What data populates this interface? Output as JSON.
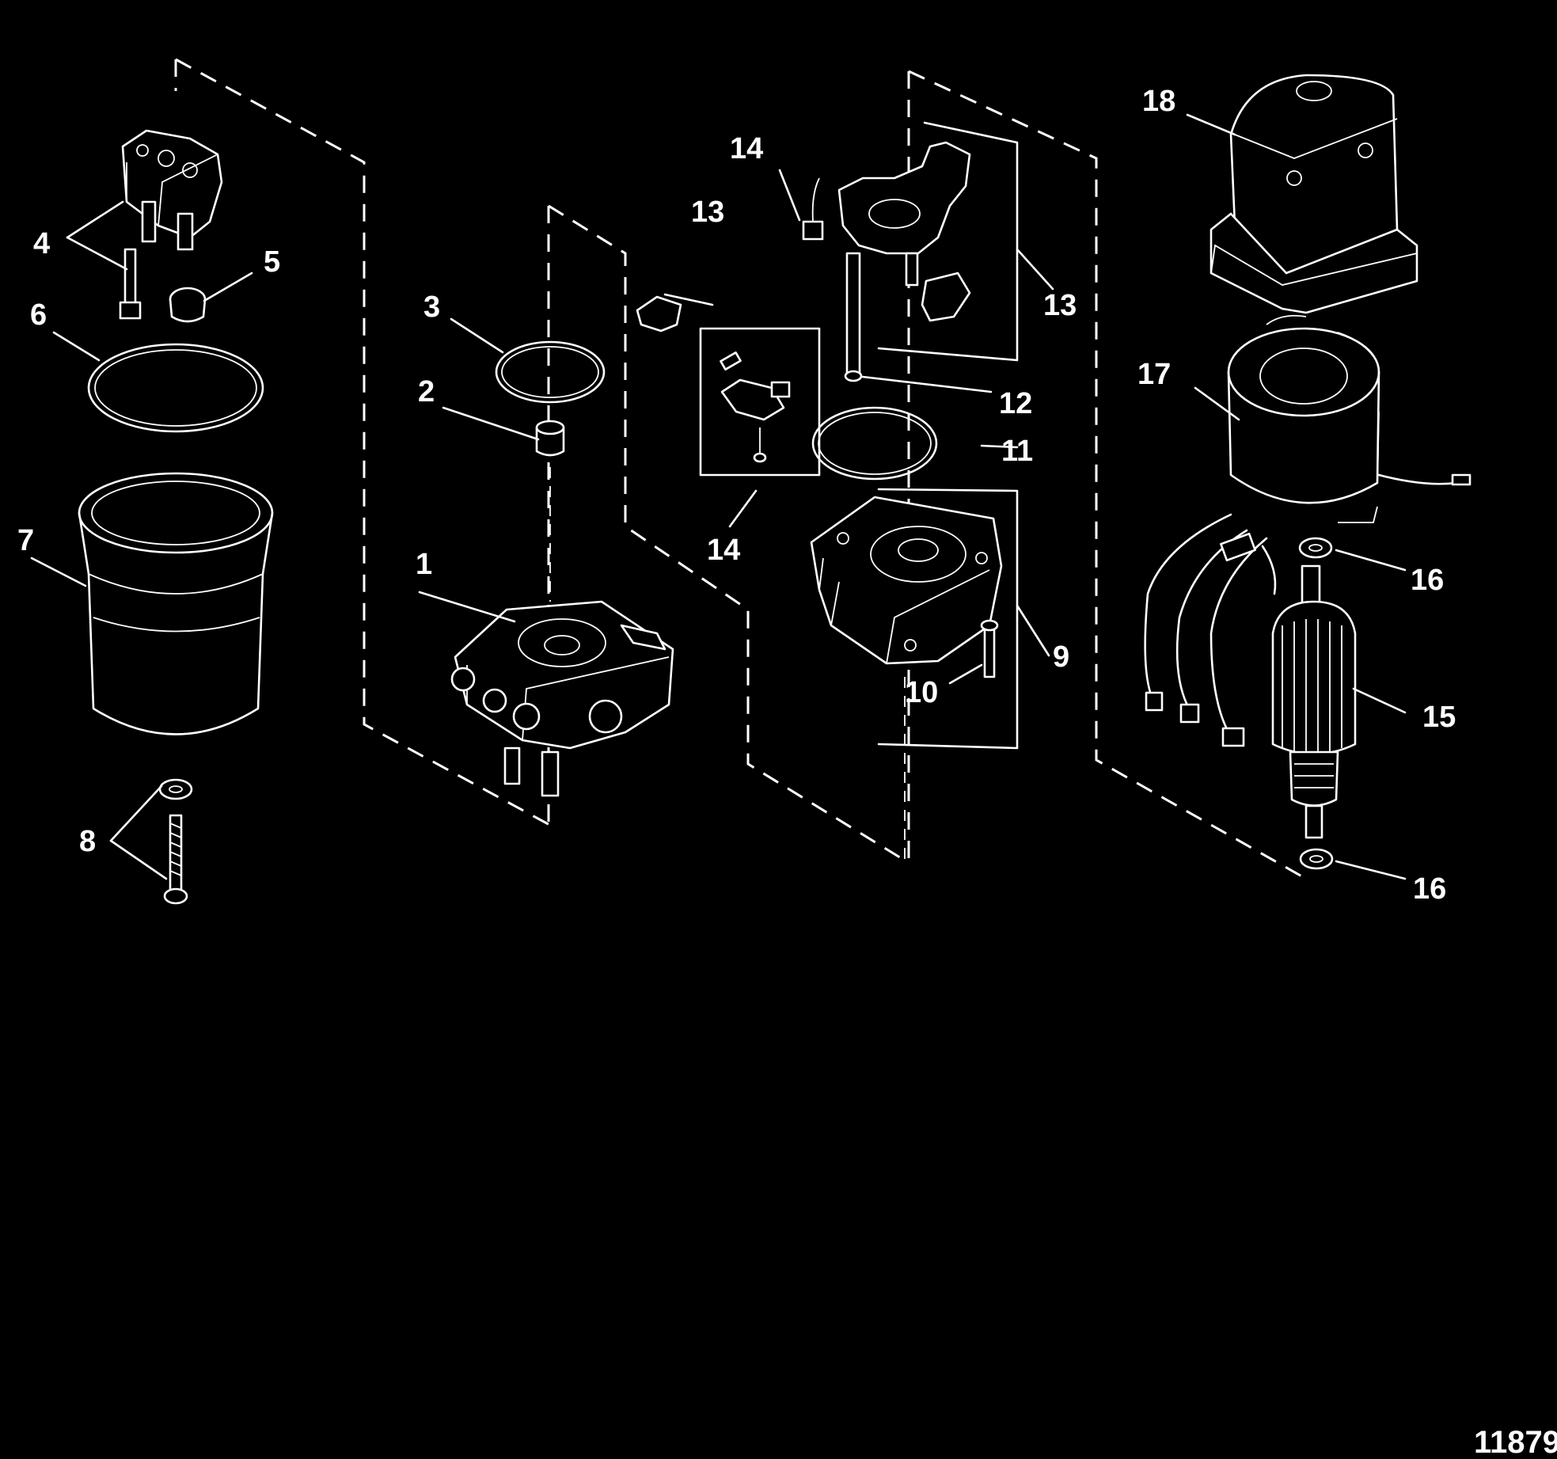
{
  "figure_number": "11879",
  "callouts": [
    {
      "id": "c1",
      "label": "1"
    },
    {
      "id": "c2",
      "label": "2"
    },
    {
      "id": "c3",
      "label": "3"
    },
    {
      "id": "c4",
      "label": "4"
    },
    {
      "id": "c5",
      "label": "5"
    },
    {
      "id": "c6",
      "label": "6"
    },
    {
      "id": "c7",
      "label": "7"
    },
    {
      "id": "c8",
      "label": "8"
    },
    {
      "id": "c9",
      "label": "9"
    },
    {
      "id": "c10",
      "label": "10"
    },
    {
      "id": "c11",
      "label": "11"
    },
    {
      "id": "c12",
      "label": "12"
    },
    {
      "id": "c13a",
      "label": "13"
    },
    {
      "id": "c13b",
      "label": "13"
    },
    {
      "id": "c14a",
      "label": "14"
    },
    {
      "id": "c14b",
      "label": "14"
    },
    {
      "id": "c15",
      "label": "15"
    },
    {
      "id": "c16a",
      "label": "16"
    },
    {
      "id": "c16b",
      "label": "16"
    },
    {
      "id": "c17",
      "label": "17"
    },
    {
      "id": "c18",
      "label": "18"
    }
  ]
}
